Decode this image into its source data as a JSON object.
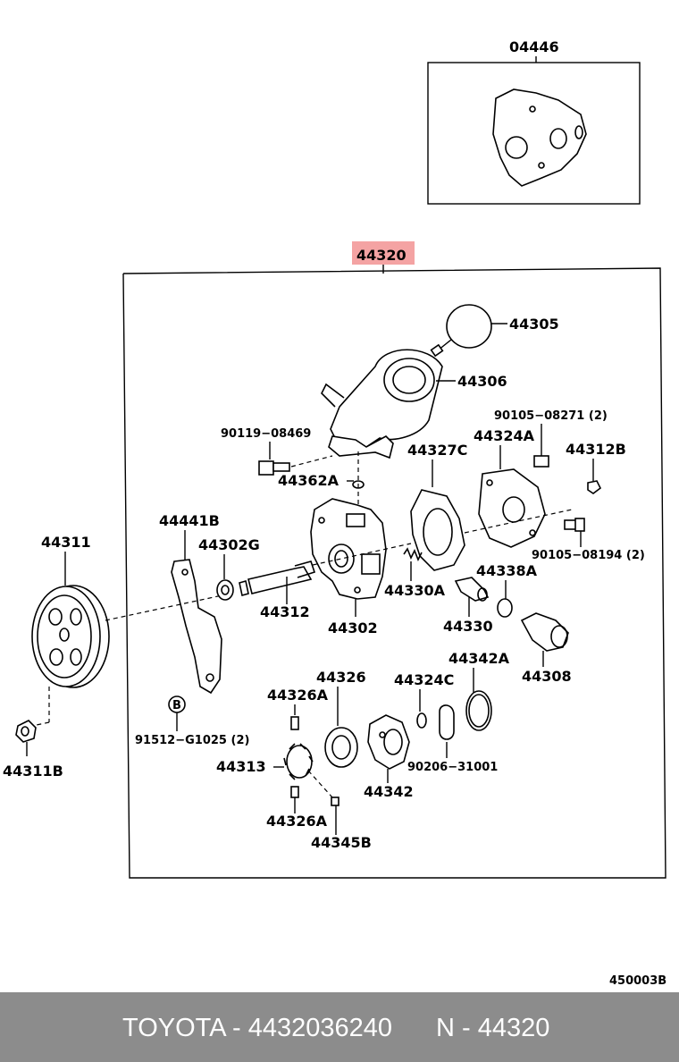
{
  "labels": {
    "top_kit": "04446",
    "assembly": "44320",
    "p44305": "44305",
    "p44306": "44306",
    "p90105_08271": "90105−08271 (2)",
    "p90119_08469": "90119−08469",
    "p44327c": "44327C",
    "p44324a": "44324A",
    "p44312b": "44312B",
    "p44362a": "44362A",
    "p44441b": "44441B",
    "p44311": "44311",
    "p44302g": "44302G",
    "p90105_08194": "90105−08194 (2)",
    "p44338a": "44338A",
    "p44330a": "44330A",
    "p44312": "44312",
    "p44302": "44302",
    "p44330": "44330",
    "p44308": "44308",
    "p44342a": "44342A",
    "p44326": "44326",
    "p44324c": "44324C",
    "p44326a_1": "44326A",
    "p91512_g1025": "91512−G1025 (2)",
    "p90206_31001": "90206−31001",
    "p44313": "44313",
    "p44342": "44342",
    "p44311b": "44311B",
    "p44326a_2": "44326A",
    "p44345b": "44345B",
    "bolt_mark": "B",
    "diagram_code": "450003B"
  },
  "footer": {
    "brand_part": "TOYOTA - 4432036240",
    "ref": "N - 44320"
  },
  "colors": {
    "highlight": "#f4a3a3",
    "footer_bg": "#8c8c8c"
  }
}
